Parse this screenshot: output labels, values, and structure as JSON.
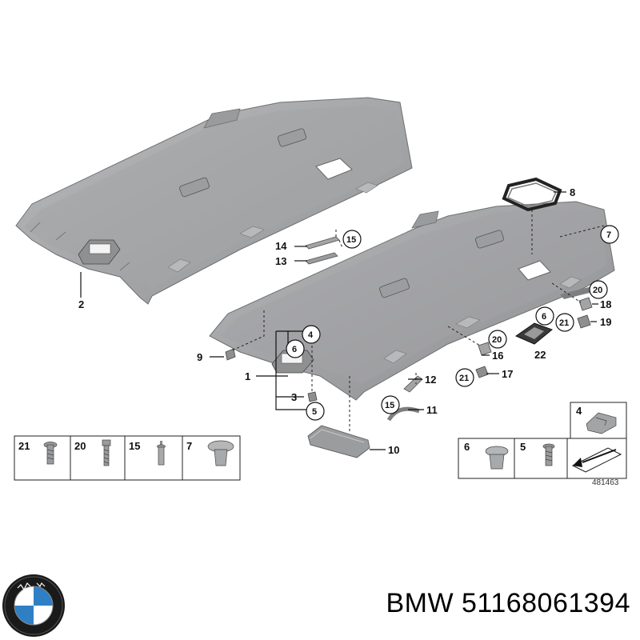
{
  "callouts": {
    "c1": "1",
    "c2": "2",
    "c3": "3",
    "c4": "4",
    "c5": "5",
    "c6": "6",
    "c7": "7",
    "c8": "8",
    "c9": "9",
    "c10": "10",
    "c11": "11",
    "c12": "12",
    "c13": "13",
    "c14": "14",
    "c15": "15",
    "c16": "16",
    "c17": "17",
    "c18": "18",
    "c19": "19",
    "c20": "20",
    "c21": "21",
    "c22": "22"
  },
  "legend_left": [
    "21",
    "20",
    "15",
    "7"
  ],
  "legend_right": [
    "6",
    "5"
  ],
  "legend_top": "4",
  "diagram_ref": "481463",
  "brand": {
    "title": "BMW 51168061394",
    "logo_letters": "BMW",
    "colors": {
      "blue": "#2f7fc5",
      "dark": "#1a1a1a"
    }
  },
  "colors": {
    "headliner": "#a9aaac",
    "headliner_dark": "#8d8e90",
    "parts": "#9a9b9d"
  }
}
